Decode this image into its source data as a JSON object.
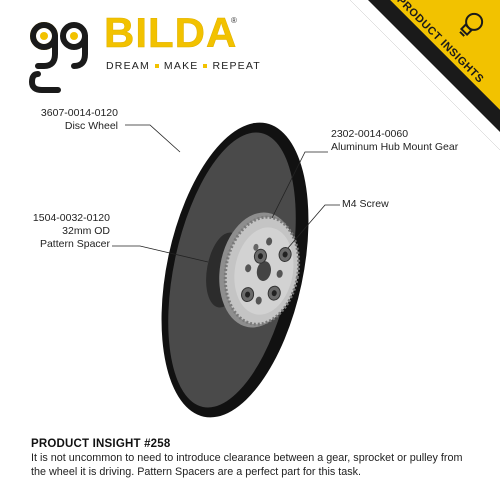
{
  "brand": {
    "name": "BILDA",
    "tagline_words": [
      "DREAM",
      "MAKE",
      "REPEAT"
    ],
    "accent_color": "#f2c200",
    "dark_color": "#1a1a1a"
  },
  "corner_banner": {
    "text": "PRODUCT INSIGHTS",
    "icon": "lightbulb-icon",
    "color": "#f2c200"
  },
  "callouts": [
    {
      "part_number": "3607-0014-0120",
      "description": "Disc Wheel"
    },
    {
      "part_number": "2302-0014-0060",
      "description": "Aluminum Hub Mount Gear"
    },
    {
      "part_number": "",
      "description": "M4 Screw"
    },
    {
      "part_number": "1504-0032-0120",
      "description": "32mm OD",
      "description2": "Pattern Spacer"
    }
  ],
  "insight": {
    "title": "PRODUCT INSIGHT #258",
    "body": "It is not uncommon to need to introduce clearance between a gear, sprocket or pulley from the wheel it is driving. Pattern Spacers are a perfect part for this task."
  }
}
